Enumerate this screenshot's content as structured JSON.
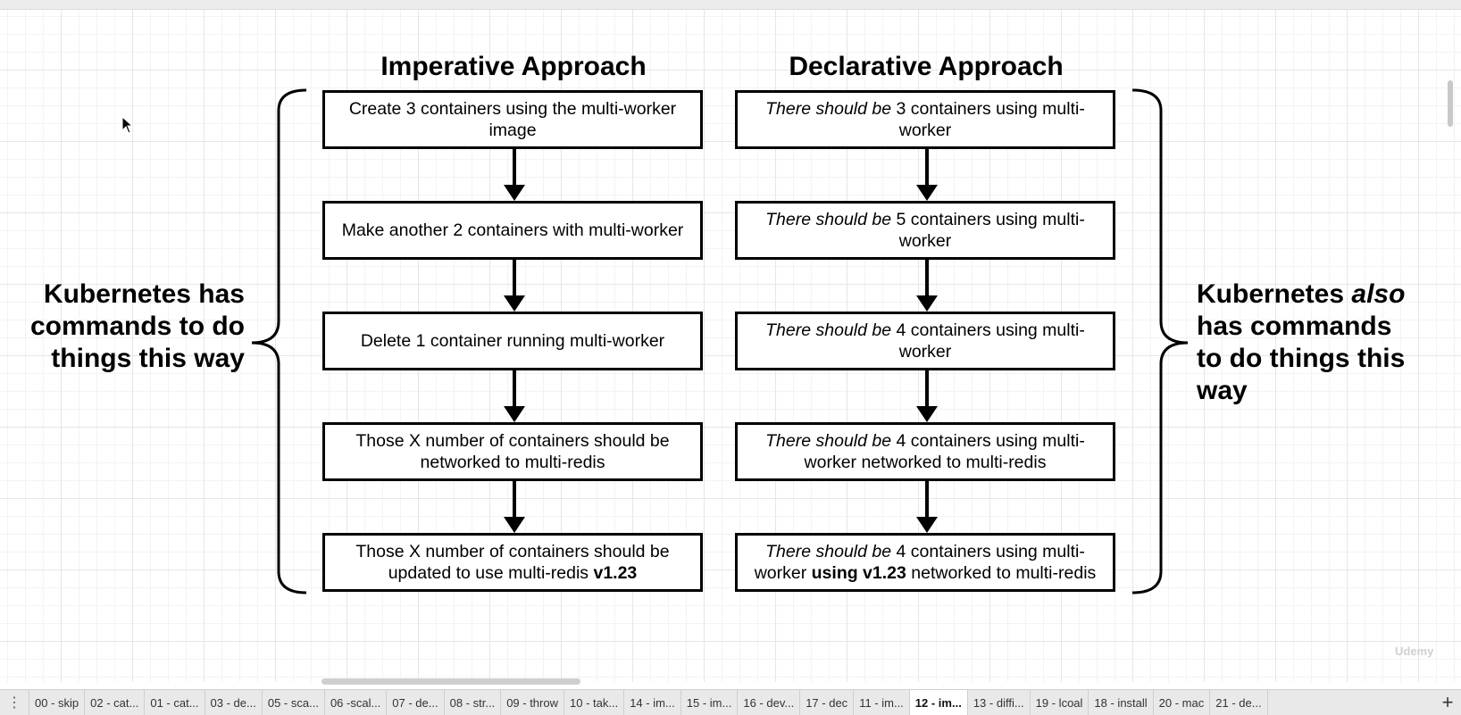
{
  "diagram": {
    "imperative_title": "Imperative Approach",
    "declarative_title": "Declarative Approach",
    "imperative_steps": [
      {
        "text": "Create 3 containers using the multi-worker image"
      },
      {
        "text": "Make another 2 containers with multi-worker"
      },
      {
        "text": "Delete 1 container running multi-worker"
      },
      {
        "text": "Those X number of containers should be networked to multi-redis"
      },
      {
        "pre": "Those X number of containers should be updated to use multi-redis ",
        "bold": "v1.23"
      }
    ],
    "declarative_steps": [
      {
        "italic": "There should be",
        "text": " 3 containers using multi-worker"
      },
      {
        "italic": "There should be",
        "text": " 5 containers using multi-worker"
      },
      {
        "italic": "There should be",
        "text": " 4 containers using multi-worker"
      },
      {
        "italic": "There should be",
        "text": " 4 containers using multi-worker networked to multi-redis"
      },
      {
        "italic": "There should be",
        "text": " 4 containers using multi-worker ",
        "bold": "using v1.23",
        "post": " networked to multi-redis"
      }
    ],
    "left_note": "Kubernetes has commands to do things this way",
    "right_note": {
      "pre": "Kubernetes ",
      "italic": "also",
      "post": " has commands to do things this way"
    }
  },
  "watermark": "Udemy",
  "tabbar": {
    "menu_icon": "vertical-dots-icon",
    "tabs": [
      "00 - skip",
      "02 - cat...",
      "01 - cat...",
      "03 - de...",
      "05 - sca...",
      "06 -scal...",
      "07 - de...",
      "08 - str...",
      "09 - throw",
      "10 - tak...",
      "14 - im...",
      "15 - im...",
      "16 - dev...",
      "17 - dec",
      "11 - im...",
      "12 - im...",
      "13 - diffi...",
      "19 - lcoal",
      "18 - install",
      "20 - mac",
      "21 - de..."
    ],
    "active_tab": "12 - im...",
    "add_label": "+"
  }
}
